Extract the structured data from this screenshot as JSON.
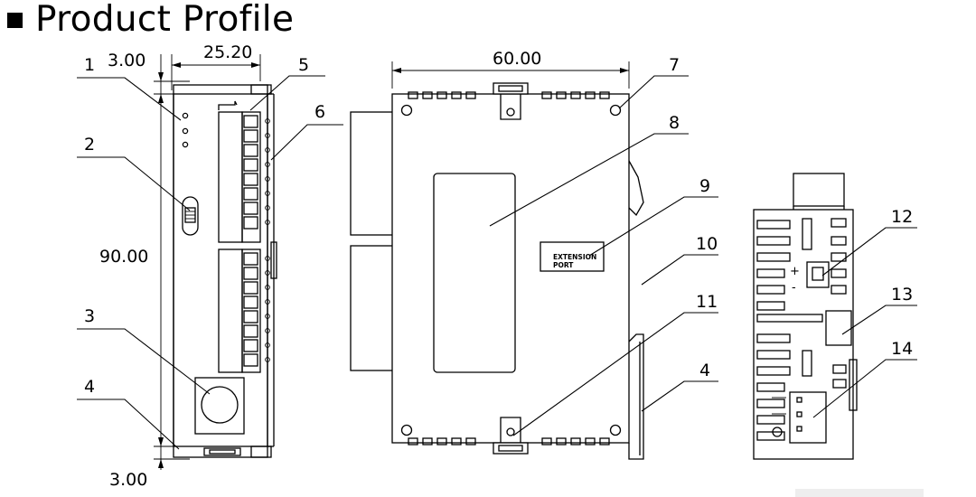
{
  "title": "Product Profile",
  "dimensions": {
    "top_offset": "3.00",
    "width_front": "25.20",
    "height": "90.00",
    "bottom_offset": "3.00",
    "width_side": "60.00"
  },
  "port_label": {
    "line1": "EXTENSION",
    "line2": "PORT"
  },
  "polarity": {
    "plus": "+",
    "minus": "-"
  },
  "callouts": [
    "1",
    "2",
    "3",
    "4",
    "5",
    "6",
    "7",
    "8",
    "9",
    "10",
    "11",
    "4",
    "12",
    "13",
    "14"
  ]
}
